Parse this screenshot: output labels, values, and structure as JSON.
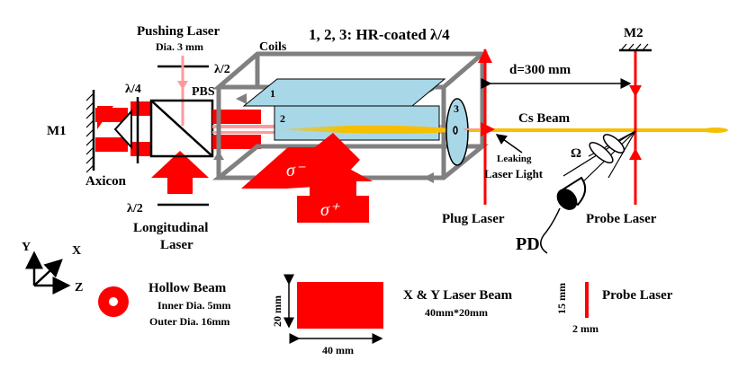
{
  "labels": {
    "pushing_laser": "Pushing Laser",
    "pushing_dia": "Dia. 3 mm",
    "coils": "Coils",
    "hr_coated": "1, 2, 3: HR-coated λ/4",
    "m2": "M2",
    "lambda4": "λ/4",
    "lambda2_top": "λ/2",
    "pbs": "PBS",
    "m1": "M1",
    "axicon": "Axicon",
    "lambda2_bottom": "λ/2",
    "longitudinal": "Longitudinal",
    "laser": "Laser",
    "plate1": "1",
    "plate2": "2",
    "plate3": "3",
    "sigma_minus": "σ⁻",
    "sigma_plus": "σ⁺",
    "distance": "d=300 mm",
    "cs_beam": "Cs Beam",
    "leaking1": "Leaking",
    "leaking2": "Laser Light",
    "omega": "Ω",
    "plug_laser": "Plug Laser",
    "probe_laser": "Probe Laser",
    "pd": "PD",
    "axis_y": "Y",
    "axis_x": "X",
    "axis_z": "Z"
  },
  "legend": {
    "hollow_title": "Hollow Beam",
    "hollow_inner": "Inner Dia. 5mm",
    "hollow_outer": "Outer Dia. 16mm",
    "xy_title": "X & Y Laser Beam",
    "xy_size": "40mm*20mm",
    "xy_height": "20 mm",
    "xy_width": "40 mm",
    "probe_title": "Probe Laser",
    "probe_height": "15 mm",
    "probe_width": "2 mm"
  },
  "colors": {
    "laser_red": "#ff0000",
    "cs_beam": "#f5c000",
    "plate_fill": "#a8d8e8",
    "coil_gray": "#808080",
    "push_pink": "#ff9a9a"
  }
}
